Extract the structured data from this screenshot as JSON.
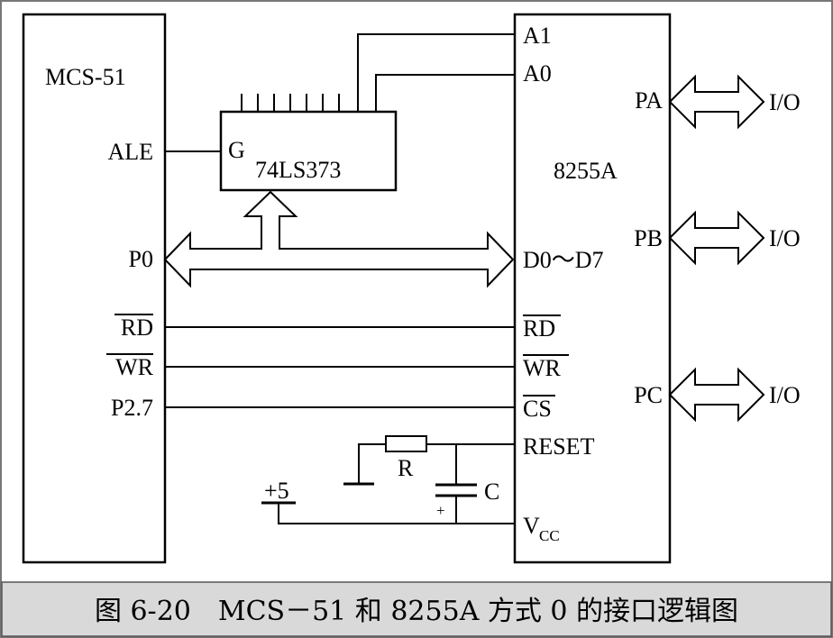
{
  "blocks": {
    "mcu": "MCS-51",
    "latch": "74LS373",
    "ppi": "8255A"
  },
  "mcu_pins": {
    "ale": "ALE",
    "p0": "P0",
    "rd": "RD",
    "wr": "WR",
    "p27": "P2.7"
  },
  "latch_pins": {
    "g": "G"
  },
  "ppi_pins": {
    "a1": "A1",
    "a0": "A0",
    "data": "D0～D7",
    "rd": "RD",
    "wr": "WR",
    "cs": "CS",
    "reset": "RESET",
    "vcc_main": "V",
    "vcc_sub": "CC",
    "pa": "PA",
    "pb": "PB",
    "pc": "PC"
  },
  "io": {
    "pa": "I/O",
    "pb": "I/O",
    "pc": "I/O"
  },
  "components": {
    "resistor": "R",
    "capacitor": "C",
    "cap_polarity": "+",
    "supply": "+5"
  },
  "caption": "图 6-20　MCS－51 和 8255A 方式 0 的接口逻辑图"
}
